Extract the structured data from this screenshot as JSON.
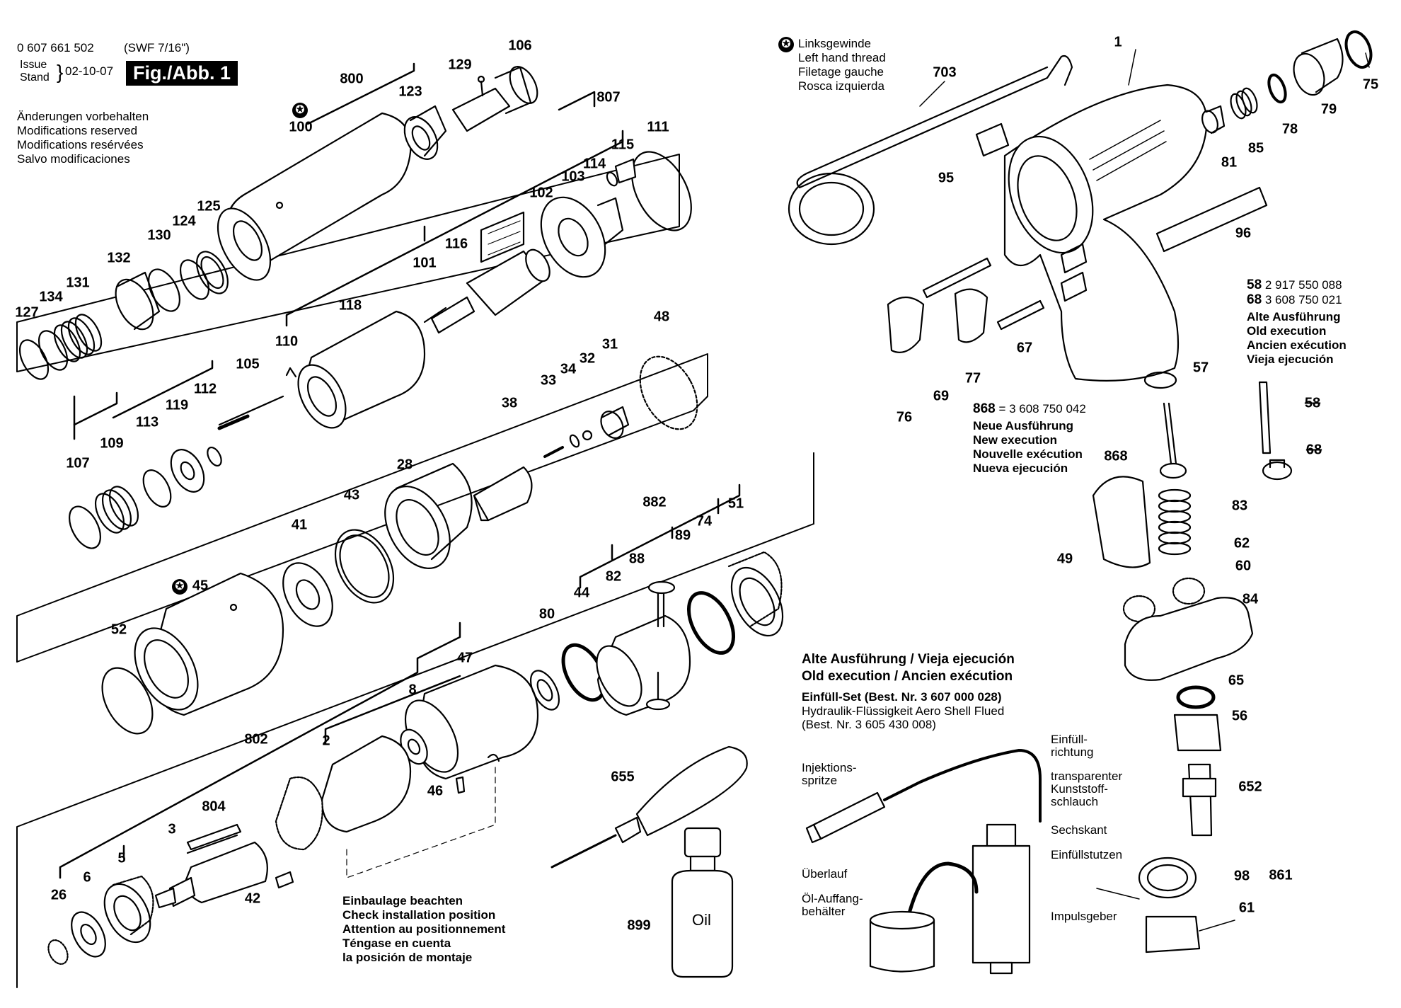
{
  "header": {
    "part_number": "0 607 661 502",
    "model": "(SWF 7/16\")",
    "issue_label": "Issue",
    "stand_label": "Stand",
    "date": "02-10-07",
    "figure": "Fig./Abb. 1"
  },
  "modifications": [
    "Änderungen vorbehalten",
    "Modifications reserved",
    "Modifications resérvées",
    "Salvo modificaciones"
  ],
  "left_hand_thread": [
    "Linksgewinde",
    "Left hand thread",
    "Filetage gauche",
    "Rosca izquierda"
  ],
  "alt_58_68": {
    "lines": [
      {
        "num": "58",
        "code": "2 917 550 088"
      },
      {
        "num": "68",
        "code": "3 608 750 021"
      }
    ],
    "labels": [
      "Alte Ausführung",
      "Old execution",
      "Ancien exécution",
      "Vieja ejecución"
    ]
  },
  "new_868": {
    "num": "868",
    "code": "= 3 608 750 042",
    "labels": [
      "Neue Ausführung",
      "New execution",
      "Nouvelle exécution",
      "Nueva ejecución"
    ]
  },
  "install_note": [
    "Einbaulage beachten",
    "Check installation position",
    "Attention au positionnement",
    "Téngase en cuenta",
    "la posición de montaje"
  ],
  "fill_set": {
    "title_1": "Alte Ausführung / Vieja ejecución",
    "title_2": "Old execution / Ancien exécution",
    "set_line": "Einfüll-Set (Best. Nr. 3 607 000 028)",
    "fluid_1": "Hydraulik-Flüssigkeit Aero Shell Flued",
    "fluid_2": "(Best. Nr. 3 605 430 008)",
    "labels": {
      "einfull_1": "Einfüll-",
      "einfull_2": "richtung",
      "injektion_1": "Injektions-",
      "injektion_2": "spritze",
      "transp_1": "transparenter",
      "transp_2": "Kunststoff-",
      "transp_3": "schlauch",
      "sechskant": "Sechskant",
      "einfullstutzen": "Einfüllstutzen",
      "uberlauf": "Überlauf",
      "ol_1": "Öl-Auffang-",
      "ol_2": "behälter",
      "impulsgeber": "Impulsgeber"
    }
  },
  "oil_label": "Oil",
  "part_numbers": [
    "100",
    "800",
    "123",
    "129",
    "106",
    "807",
    "111",
    "115",
    "114",
    "103",
    "102",
    "116",
    "101",
    "125",
    "124",
    "130",
    "132",
    "131",
    "134",
    "127",
    "118",
    "110",
    "105",
    "112",
    "119",
    "113",
    "109",
    "107",
    "48",
    "31",
    "32",
    "34",
    "33",
    "38",
    "28",
    "43",
    "41",
    "45",
    "52",
    "882",
    "51",
    "74",
    "89",
    "88",
    "82",
    "44",
    "80",
    "47",
    "8",
    "802",
    "2",
    "804",
    "3",
    "5",
    "6",
    "26",
    "42",
    "46",
    "655",
    "899",
    "1",
    "703",
    "75",
    "79",
    "78",
    "85",
    "81",
    "95",
    "96",
    "76",
    "69",
    "77",
    "67",
    "57",
    "868",
    "83",
    "49",
    "62",
    "60",
    "84",
    "65",
    "56",
    "652",
    "98",
    "861",
    "61",
    "58",
    "68"
  ]
}
